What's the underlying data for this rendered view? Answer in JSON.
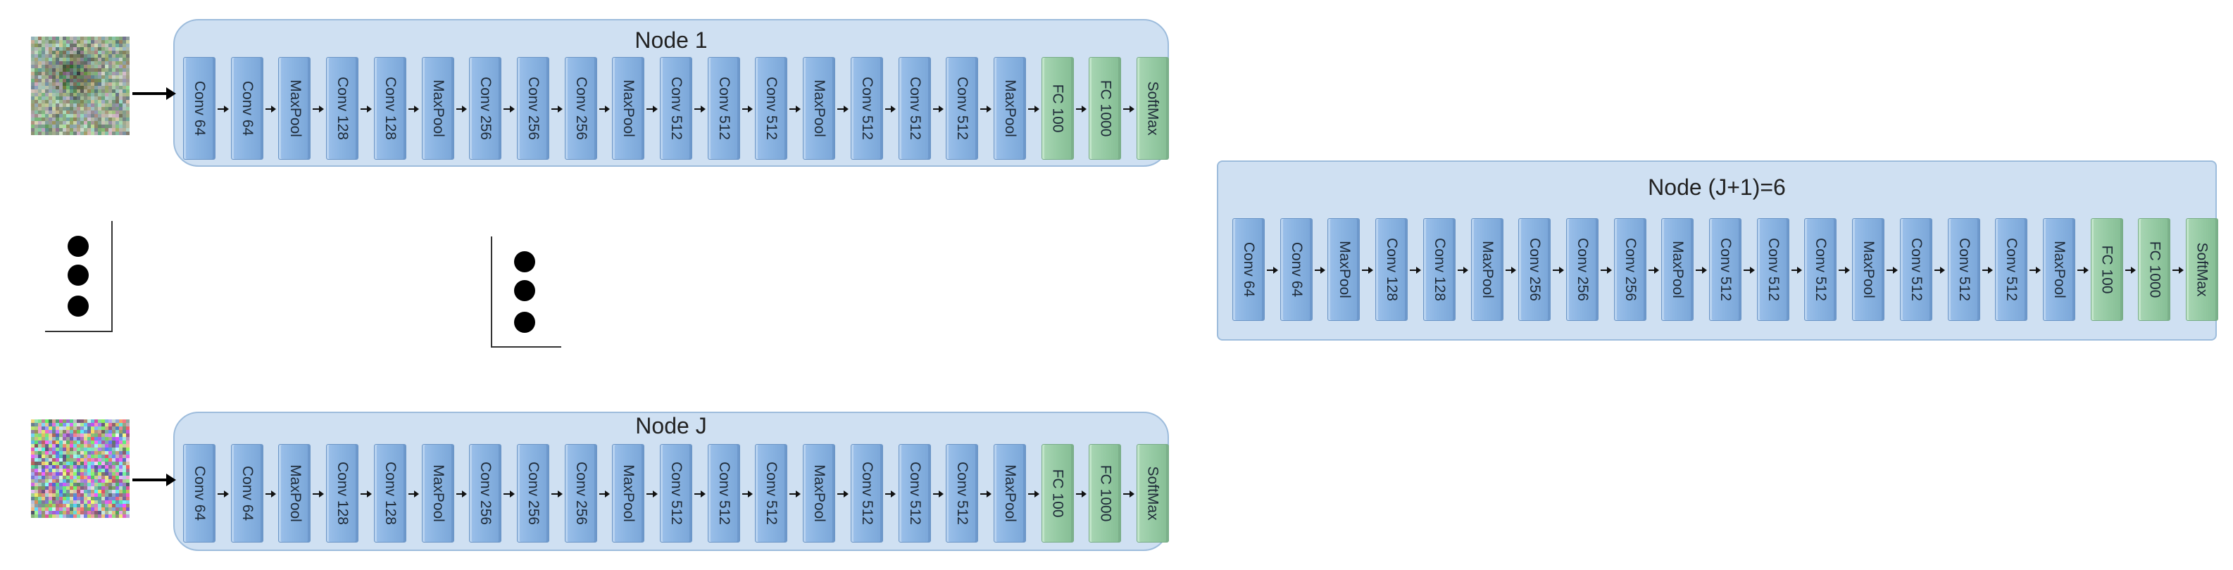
{
  "layer_sequence": [
    {
      "label": "Conv 64",
      "kind": "conv"
    },
    {
      "label": "Conv 64",
      "kind": "conv"
    },
    {
      "label": "MaxPool",
      "kind": "conv"
    },
    {
      "label": "Conv 128",
      "kind": "conv"
    },
    {
      "label": "Conv 128",
      "kind": "conv"
    },
    {
      "label": "MaxPool",
      "kind": "conv"
    },
    {
      "label": "Conv 256",
      "kind": "conv"
    },
    {
      "label": "Conv 256",
      "kind": "conv"
    },
    {
      "label": "Conv 256",
      "kind": "conv"
    },
    {
      "label": "MaxPool",
      "kind": "conv"
    },
    {
      "label": "Conv 512",
      "kind": "conv"
    },
    {
      "label": "Conv 512",
      "kind": "conv"
    },
    {
      "label": "Conv 512",
      "kind": "conv"
    },
    {
      "label": "MaxPool",
      "kind": "conv"
    },
    {
      "label": "Conv 512",
      "kind": "conv"
    },
    {
      "label": "Conv 512",
      "kind": "conv"
    },
    {
      "label": "Conv 512",
      "kind": "conv"
    },
    {
      "label": "MaxPool",
      "kind": "conv"
    },
    {
      "label": "FC 100",
      "kind": "fc"
    },
    {
      "label": "FC 1000",
      "kind": "fc"
    },
    {
      "label": "SoftMax",
      "kind": "fc"
    }
  ],
  "nodes": {
    "node1": {
      "title": "Node 1"
    },
    "nodeJ": {
      "title": "Node J"
    },
    "nodeJ1": {
      "title": "Node (J+1)=6"
    }
  },
  "colors": {
    "node_bg": "#cfe0f2",
    "conv_layer": "#8ab4e2",
    "fc_layer": "#95caa3",
    "arrow": "#111111"
  },
  "images": [
    {
      "name": "input-image-node-1",
      "style": "noise-dark-blob"
    },
    {
      "name": "input-image-node-j",
      "style": "noise-colorful"
    }
  ]
}
